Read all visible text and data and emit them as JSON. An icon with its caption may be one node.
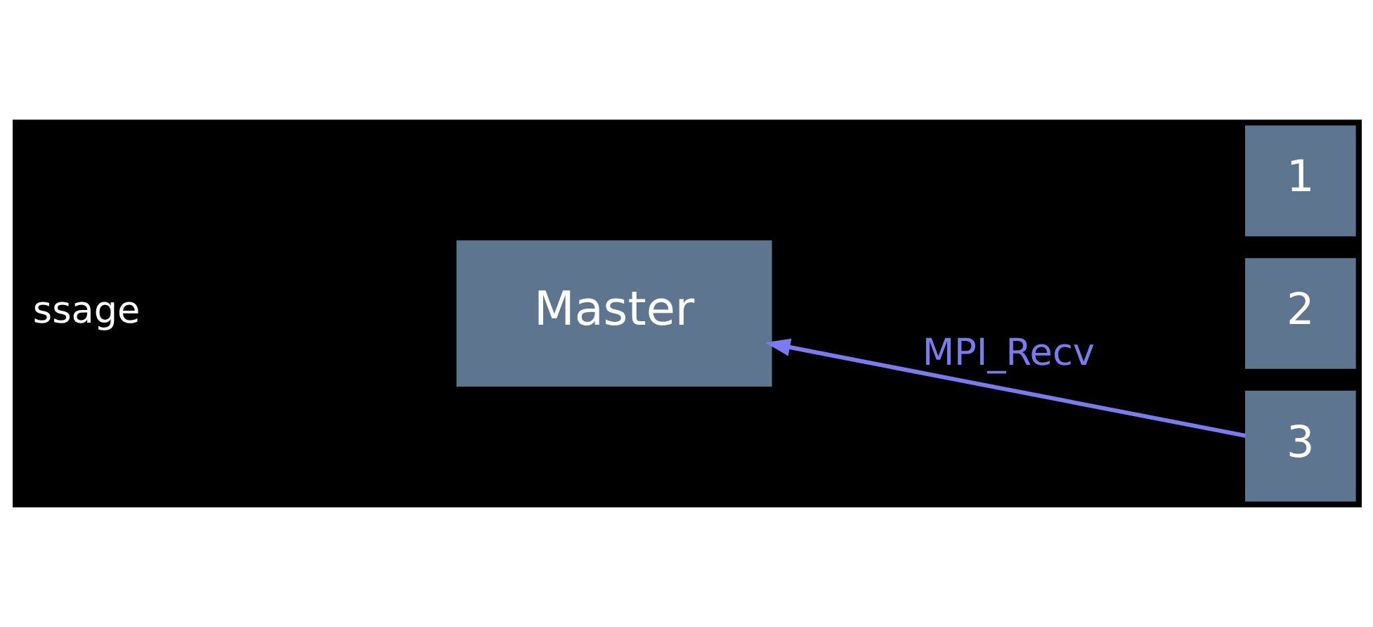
{
  "diagram": {
    "nodes": [
      {
        "text": [
          "Master"
        ]
      },
      {
        "text": [
          "1"
        ]
      },
      {
        "text": [
          "2"
        ]
      },
      {
        "text": [
          "3"
        ]
      }
    ],
    "edges": [
      {
        "from": 3,
        "to": 0,
        "arrow": "to",
        "label": "MPI_Recv",
        "color": "#7b7bf0"
      }
    ],
    "labels": [
      "ssage"
    ]
  }
}
